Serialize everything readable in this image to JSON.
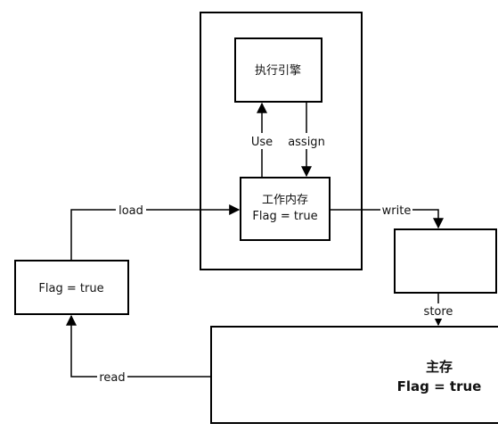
{
  "boxes": {
    "execution_engine": "执行引擎",
    "working_memory": {
      "title": "工作内存",
      "value": "Flag = true"
    },
    "thread_var": "Flag = true",
    "main_memory": {
      "title": "主存",
      "value": "Flag = true"
    },
    "buffer": ""
  },
  "edges": {
    "use": "Use",
    "assign": "assign",
    "load": "load",
    "write": "write",
    "store": "store",
    "read": "read"
  },
  "colors": {
    "stroke": "#000000",
    "text": "#111111"
  }
}
